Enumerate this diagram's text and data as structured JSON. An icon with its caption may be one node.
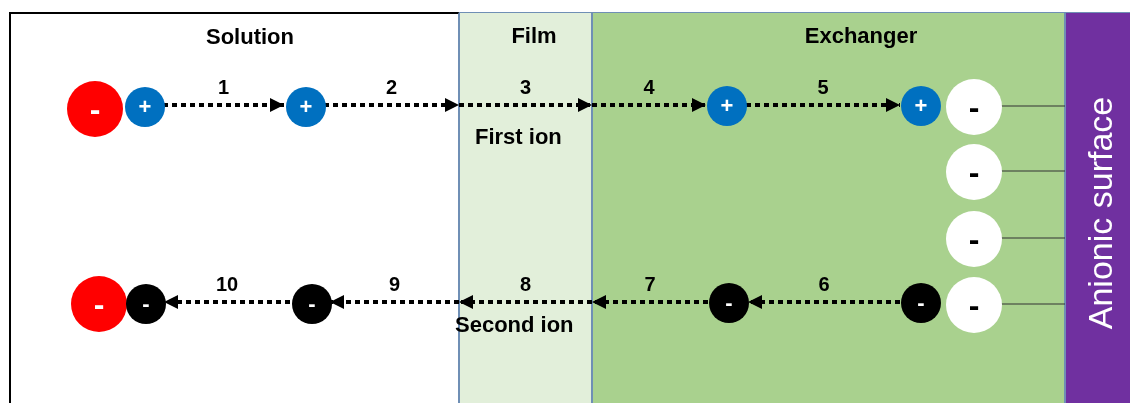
{
  "diagram": {
    "nodes": [
      {
        "text": [
          "Solution"
        ]
      },
      {
        "text": [
          "Film"
        ]
      },
      {
        "text": [
          "Exchanger"
        ]
      },
      {
        "text": [
          "Anionic surface"
        ]
      },
      {
        "text": [
          "-"
        ],
        "in": 0
      },
      {
        "text": [
          "+"
        ],
        "in": 0
      },
      {
        "text": [
          "+"
        ],
        "in": 0
      },
      {
        "text": [
          "+"
        ],
        "in": 2
      },
      {
        "text": [
          "+"
        ],
        "in": 2
      },
      {
        "text": [
          "-"
        ],
        "in": 2
      },
      {
        "text": [
          "-"
        ],
        "in": 2
      },
      {
        "text": [
          "-"
        ],
        "in": 2
      },
      {
        "text": [
          "-"
        ],
        "in": 0
      },
      {
        "text": [
          "-"
        ],
        "in": 0
      },
      {
        "text": [
          "-"
        ],
        "in": 0
      },
      {
        "text": [
          "-"
        ],
        "in": 2
      },
      {
        "text": [
          "-"
        ],
        "in": 2
      },
      {
        "text": [
          "-"
        ],
        "in": 2
      }
    ],
    "edges": [
      {
        "from": 5,
        "to": 6,
        "arrow": "to",
        "label": "1",
        "style": "dashed"
      },
      {
        "from": 6,
        "to": 1,
        "arrow": "to",
        "label": "2",
        "style": "dashed"
      },
      {
        "from": 1,
        "to": 2,
        "arrow": "to",
        "label": "3",
        "style": "dashed"
      },
      {
        "from": 1,
        "to": 7,
        "arrow": "to",
        "label": "4",
        "style": "dashed"
      },
      {
        "from": 7,
        "to": 8,
        "arrow": "to",
        "label": "5",
        "style": "dashed"
      },
      {
        "from": 16,
        "to": 15,
        "arrow": "to",
        "label": "6",
        "style": "dashed"
      },
      {
        "from": 15,
        "to": 1,
        "arrow": "to",
        "label": "7",
        "style": "dashed"
      },
      {
        "from": 1,
        "to": 0,
        "arrow": "to",
        "label": "8",
        "style": "dashed"
      },
      {
        "from": 1,
        "to": 14,
        "arrow": "to",
        "label": "9",
        "style": "dashed"
      },
      {
        "from": 14,
        "to": 13,
        "arrow": "to",
        "label": "10",
        "style": "dashed"
      },
      {
        "from": 9,
        "to": 3,
        "arrow": "none"
      },
      {
        "from": 10,
        "to": 3,
        "arrow": "none"
      },
      {
        "from": 11,
        "to": 3,
        "arrow": "none"
      },
      {
        "from": 17,
        "to": 3,
        "arrow": "none"
      }
    ],
    "labels": [
      "First ion",
      "Second ion"
    ]
  }
}
